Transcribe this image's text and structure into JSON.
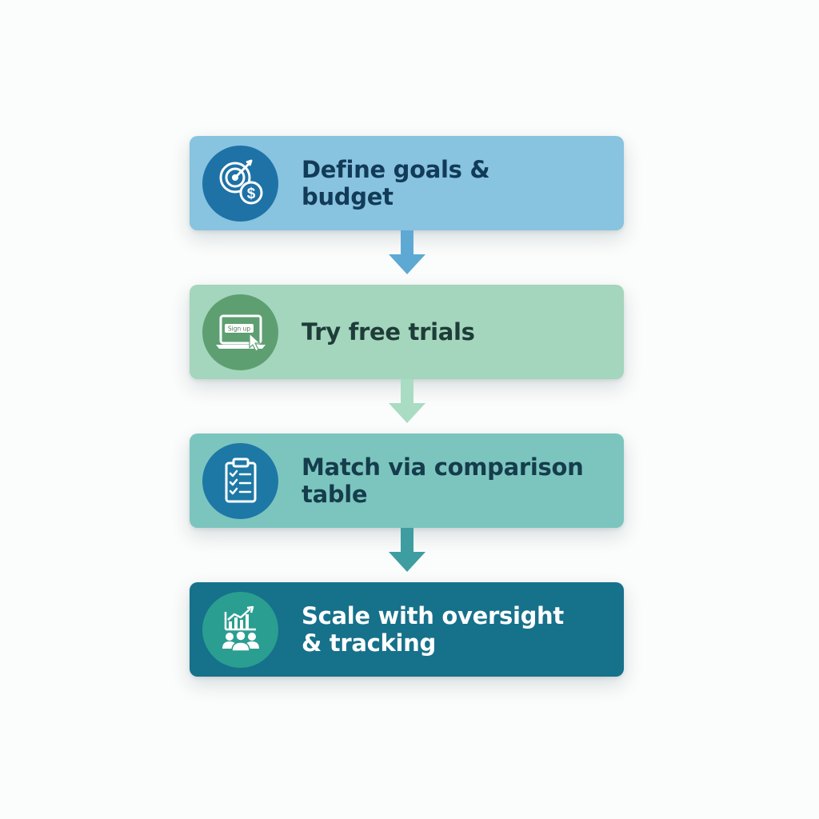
{
  "steps": [
    {
      "label": "Define goals &\nbudget",
      "icon": "target-dollar-icon",
      "color": "#88c3e0",
      "badge_color": "#1e72a6"
    },
    {
      "label": "Try free trials",
      "icon": "laptop-signup-icon",
      "color": "#a4d5bd",
      "badge_color": "#5e9f72",
      "icon_text": "Sign up"
    },
    {
      "label": "Match via comparison\ntable",
      "icon": "clipboard-checklist-icon",
      "color": "#7cc5bf",
      "badge_color": "#1d78a6"
    },
    {
      "label": "Scale with oversight\n& tracking",
      "icon": "chart-team-icon",
      "color": "#16718b",
      "badge_color": "#2a9e90"
    }
  ],
  "connectors": [
    {
      "color": "#5ea9d4"
    },
    {
      "color": "#a9dcc3"
    },
    {
      "color": "#3e9da1"
    }
  ]
}
